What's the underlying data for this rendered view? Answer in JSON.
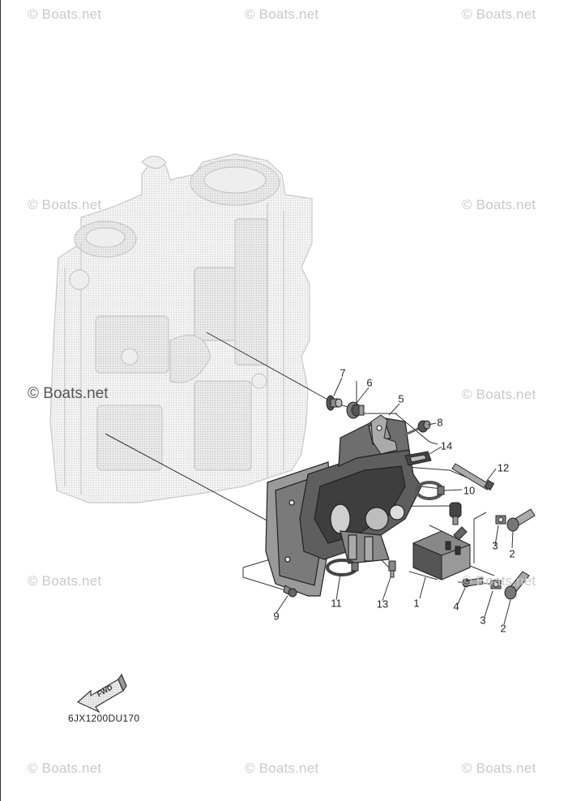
{
  "watermarks": {
    "text": "© Boats.net",
    "repeated_count": 10
  },
  "watermark_center": "© Boats.net",
  "diagram_code": "6JX1200DU170",
  "fwd_label": "FWD",
  "callouts": [
    "1",
    "2",
    "2",
    "3",
    "3",
    "4",
    "5",
    "6",
    "7",
    "8",
    "9",
    "10",
    "11",
    "12",
    "13",
    "14"
  ]
}
